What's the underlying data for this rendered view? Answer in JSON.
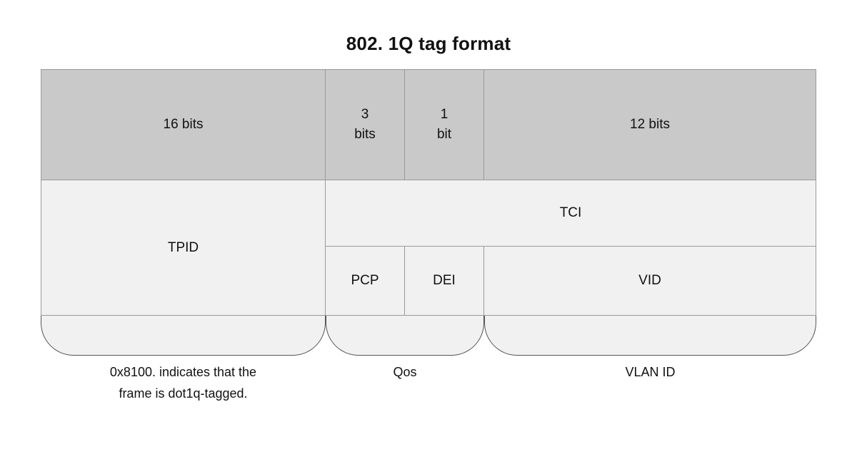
{
  "diagram": {
    "title": "802. 1Q tag format",
    "bit_widths": [
      {
        "id": "tpid-bits",
        "label": "16 bits"
      },
      {
        "id": "pcp-bits",
        "label": "3\nbits"
      },
      {
        "id": "dei-bits",
        "label": "1\nbit"
      },
      {
        "id": "vid-bits",
        "label": "12 bits"
      }
    ],
    "fields": {
      "tpid": "TPID",
      "tci": "TCI",
      "pcp": "PCP",
      "dei": "DEI",
      "vid": "VID"
    },
    "annotations": [
      {
        "id": "tpid-note",
        "label": "0x8100. indicates that the\nframe is dot1q-tagged."
      },
      {
        "id": "qos-note",
        "label": "Qos"
      },
      {
        "id": "vlan-note",
        "label": "VLAN ID"
      }
    ],
    "colors": {
      "header_fill": "#c9c9c9",
      "cell_fill": "#f1f1f1",
      "border": "#9a9a9a",
      "brace_stroke": "#555555",
      "text": "#111111",
      "page_background": "#ffffff"
    }
  }
}
